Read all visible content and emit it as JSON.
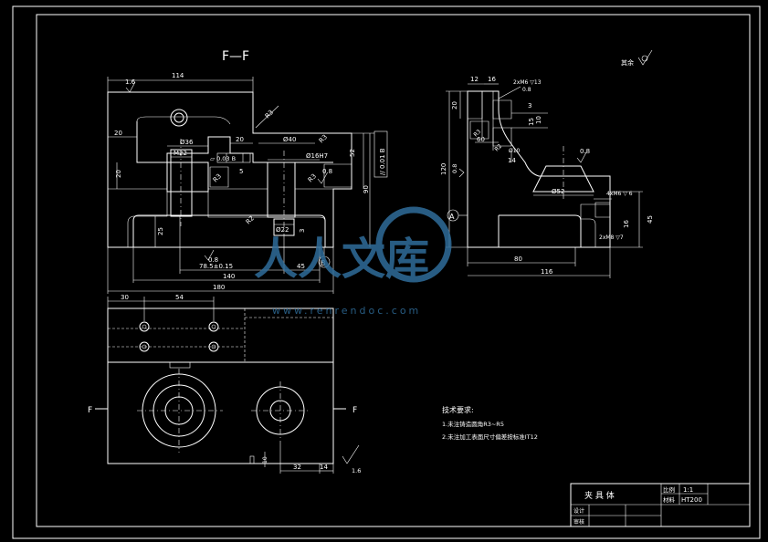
{
  "section_title": "F—F",
  "dims_main": {
    "w114": "114",
    "d20a": "20",
    "d20b": "20",
    "d20c": "20",
    "phi36": "Ø36",
    "m22": "M22",
    "phi40": "Ø40",
    "phi16h7": "Ø16H7",
    "d5": "5",
    "d52": "52",
    "d90": "90",
    "d25": "25",
    "phi22": "Ø22",
    "d3": "3",
    "d78": "78.5±0.15",
    "d45": "45",
    "d140": "140",
    "d180": "180",
    "r3a": "R3",
    "r3b": "R3",
    "r3c": "R3",
    "r3d": "R3",
    "r2": "R2",
    "ra16": "1.6",
    "ra08a": "0.8",
    "ra08b": "0.8",
    "parallel_frame": "// 0.01 B",
    "flat_frame": "▱ 0.03 B",
    "datum_b": "B"
  },
  "dims_side": {
    "d12": "12",
    "d16": "16",
    "d20": "20",
    "d120": "120",
    "d80": "80",
    "d116": "116",
    "d60": "60",
    "d14": "14",
    "d10": "10",
    "d3": "3",
    "d15": "15",
    "phi52": "Ø52",
    "d45": "45",
    "d16b": "16",
    "ra08": "0.8",
    "ra08b": "0.8",
    "datum_a": "A",
    "note_top": "2xM6 ▽13",
    "note_top2": "0.8",
    "note_right": "4xM6 ▽ 6",
    "note_right2": "2xM8 ▽7",
    "r3": "R3",
    "r2": "R2",
    "phi_small": "Ø10"
  },
  "dims_plan": {
    "d30": "30",
    "d54": "54",
    "d32": "32",
    "d14": "14",
    "d10": "10",
    "f_left": "F",
    "f_right": "F",
    "ra16": "1.6"
  },
  "roughness_other": "其余",
  "tech_req": {
    "heading": "技术要求:",
    "item1": "1.未注铸造圆角R3~R5",
    "item2": "2.未注加工表面尺寸偏差按标准IT12"
  },
  "title_block": {
    "name": "夹 具 体",
    "scale_label": "比例",
    "scale_value": "1:1",
    "material_label": "材料",
    "material_value": "HT200",
    "designer_label": "设计",
    "reviewer_label": "审核"
  },
  "watermark": {
    "brand": "人人文库",
    "url": "www.renrendoc.com"
  },
  "colors": {
    "background": "#000000",
    "line": "#ffffff",
    "watermark": "#2f6d9a"
  }
}
